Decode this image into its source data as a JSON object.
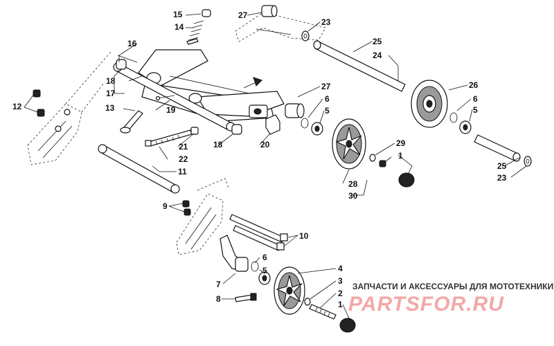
{
  "watermark": {
    "caption": "ЗАПЧАСТИ И АКСЕССУАРЫ ДЛЯ МОТОТЕХНИКИ",
    "logo_text": "PARTSFOR.RU",
    "logo_color": "#f3a8a8"
  },
  "callouts": [
    {
      "id": "c15",
      "label": "15"
    },
    {
      "id": "c14",
      "label": "14"
    },
    {
      "id": "c16",
      "label": "16"
    },
    {
      "id": "c18a",
      "label": "18"
    },
    {
      "id": "c17",
      "label": "17"
    },
    {
      "id": "c13",
      "label": "13"
    },
    {
      "id": "c12",
      "label": "12"
    },
    {
      "id": "c19",
      "label": "19"
    },
    {
      "id": "c21",
      "label": "21"
    },
    {
      "id": "c22",
      "label": "22"
    },
    {
      "id": "c18b",
      "label": "18"
    },
    {
      "id": "c20",
      "label": "20"
    },
    {
      "id": "c11",
      "label": "11"
    },
    {
      "id": "c9",
      "label": "9"
    },
    {
      "id": "c27a",
      "label": "27"
    },
    {
      "id": "c23a",
      "label": "23"
    },
    {
      "id": "c25a",
      "label": "25"
    },
    {
      "id": "c24",
      "label": "24"
    },
    {
      "id": "c26",
      "label": "26"
    },
    {
      "id": "c6a",
      "label": "6"
    },
    {
      "id": "c5a",
      "label": "5"
    },
    {
      "id": "c27b",
      "label": "27"
    },
    {
      "id": "c6b",
      "label": "6"
    },
    {
      "id": "c5b",
      "label": "5"
    },
    {
      "id": "c29",
      "label": "29"
    },
    {
      "id": "c1a",
      "label": "1"
    },
    {
      "id": "c28",
      "label": "28"
    },
    {
      "id": "c30",
      "label": "30"
    },
    {
      "id": "c25b",
      "label": "25"
    },
    {
      "id": "c23b",
      "label": "23"
    },
    {
      "id": "c10",
      "label": "10"
    },
    {
      "id": "c6c",
      "label": "6"
    },
    {
      "id": "c5c",
      "label": "5"
    },
    {
      "id": "c7",
      "label": "7"
    },
    {
      "id": "c8",
      "label": "8"
    },
    {
      "id": "c4",
      "label": "4"
    },
    {
      "id": "c3",
      "label": "3"
    },
    {
      "id": "c2",
      "label": "2"
    },
    {
      "id": "c1b",
      "label": "1"
    }
  ]
}
